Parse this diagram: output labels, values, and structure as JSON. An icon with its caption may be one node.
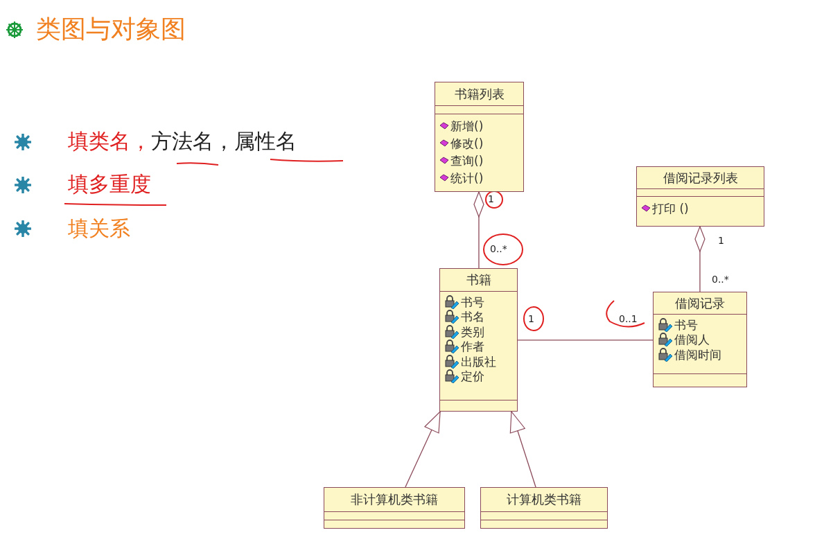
{
  "diagram": {
    "title": "类图与对象图",
    "nodes": [
      {
        "text": [
          "书籍列表",
          "新增()",
          "修改()",
          "查询()",
          "统计()"
        ]
      },
      {
        "text": [
          "借阅记录列表",
          "打印 ()"
        ]
      },
      {
        "text": [
          "书籍",
          "书号",
          "书名",
          "类别",
          "作者",
          "出版社",
          "定价"
        ]
      },
      {
        "text": [
          "借阅记录",
          "书号",
          "借阅人",
          "借阅时间"
        ]
      },
      {
        "text": [
          "非计算机类书籍"
        ]
      },
      {
        "text": [
          "计算机类书籍"
        ]
      }
    ],
    "edges": [
      {
        "from": 2,
        "to": 0,
        "arrow": "other"
      },
      {
        "from": 3,
        "to": 1,
        "arrow": "other"
      },
      {
        "from": 2,
        "to": 3,
        "arrow": "none"
      },
      {
        "from": 4,
        "to": 2,
        "arrow": "to"
      },
      {
        "from": 5,
        "to": 2,
        "arrow": "to"
      }
    ],
    "labels": [
      "填类名，",
      "方法名，",
      "属性名",
      "填多重度",
      "填关系",
      "1",
      "0..*",
      "1",
      "0..*",
      "1",
      "0..1"
    ]
  }
}
